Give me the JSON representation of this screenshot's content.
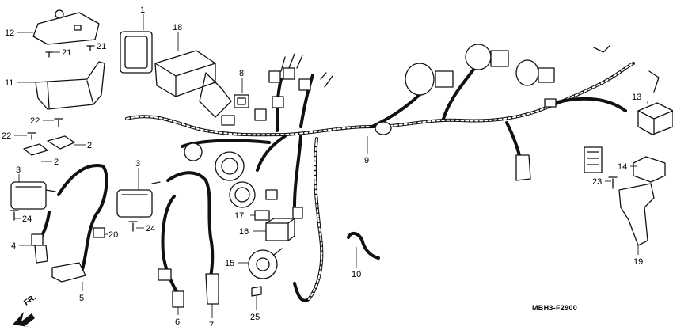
{
  "diagram": {
    "model_code": "MBH3-F2900",
    "front_label": "FR.",
    "callouts": [
      {
        "id": "c1",
        "text": "1"
      },
      {
        "id": "c18",
        "text": "18"
      },
      {
        "id": "c12",
        "text": "12"
      },
      {
        "id": "c21a",
        "text": "21"
      },
      {
        "id": "c21b",
        "text": "21"
      },
      {
        "id": "c11",
        "text": "11"
      },
      {
        "id": "c8",
        "text": "8"
      },
      {
        "id": "c22a",
        "text": "22"
      },
      {
        "id": "c22b",
        "text": "22"
      },
      {
        "id": "c2a",
        "text": "2"
      },
      {
        "id": "c2b",
        "text": "2"
      },
      {
        "id": "c3a",
        "text": "3"
      },
      {
        "id": "c3b",
        "text": "3"
      },
      {
        "id": "c24a",
        "text": "24"
      },
      {
        "id": "c24b",
        "text": "24"
      },
      {
        "id": "c20",
        "text": "20"
      },
      {
        "id": "c4",
        "text": "4"
      },
      {
        "id": "c5",
        "text": "5"
      },
      {
        "id": "c6",
        "text": "6"
      },
      {
        "id": "c7",
        "text": "7"
      },
      {
        "id": "c9",
        "text": "9"
      },
      {
        "id": "c17",
        "text": "17"
      },
      {
        "id": "c16",
        "text": "16"
      },
      {
        "id": "c15",
        "text": "15"
      },
      {
        "id": "c25",
        "text": "25"
      },
      {
        "id": "c10",
        "text": "10"
      },
      {
        "id": "c13",
        "text": "13"
      },
      {
        "id": "c14",
        "text": "14"
      },
      {
        "id": "c23",
        "text": "23"
      },
      {
        "id": "c19",
        "text": "19"
      }
    ]
  }
}
